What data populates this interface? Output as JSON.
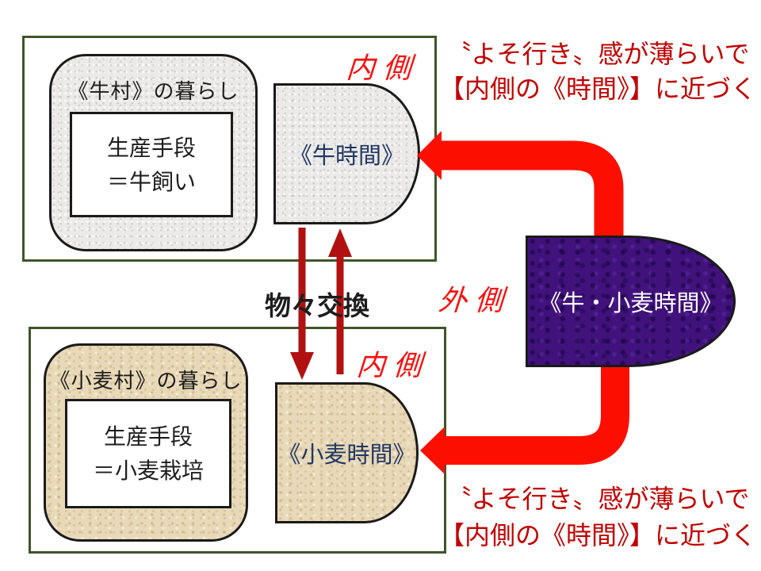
{
  "colors": {
    "background": "#ffffff",
    "box_border_green": "#40542a",
    "shape_border_black": "#1a1a1a",
    "time_text_navy": "#203864",
    "label_red": "#fa1010",
    "annotation_red": "#c00000",
    "big_arrow_red": "#fd0f00",
    "barter_arrow_red": "#b21111",
    "gray_texture": "#eceae8",
    "tan_texture": "#e8d9b8",
    "purple_texture": "#41127b"
  },
  "cow_village": {
    "title": "《牛村》の暮らし",
    "production_line1": "生産手段",
    "production_line2": "＝牛飼い"
  },
  "cow_time": {
    "label": "《牛時間》"
  },
  "wheat_village": {
    "title": "《小麦村》の暮らし",
    "production_line1": "生産手段",
    "production_line2": "＝小麦栽培"
  },
  "wheat_time": {
    "label": "《小麦時間》"
  },
  "combined_time": {
    "label": "《牛・小麦時間》"
  },
  "labels": {
    "inside_top": "内 側",
    "inside_bottom": "内 側",
    "outside": "外 側",
    "barter": "物々交換"
  },
  "annotations": {
    "top": {
      "line1": "〝よそ行き〟感が薄らいで",
      "line2": "【内側の《時間》】に近づく"
    },
    "bottom": {
      "line1": "〝よそ行き〟感が薄らいで",
      "line2": "【内側の《時間》】に近づく"
    }
  }
}
